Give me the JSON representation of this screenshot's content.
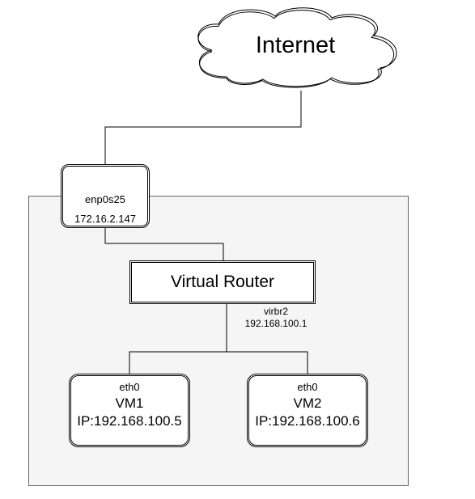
{
  "internet": {
    "label": "Internet"
  },
  "host_nic": {
    "name": "enp0s25",
    "ip": "172.16.2.147"
  },
  "router": {
    "label": "Virtual Router"
  },
  "bridge": {
    "name": "virbr2",
    "ip": "192.168.100.1"
  },
  "vms": [
    {
      "interface": "eth0",
      "name": "VM1",
      "ip": "IP:192.168.100.5"
    },
    {
      "interface": "eth0",
      "name": "VM2",
      "ip": "IP:192.168.100.6"
    }
  ],
  "colors": {
    "host_background": "#f5f5f5",
    "host_border": "#666666",
    "lines": "#000000",
    "cloud_fill": "#ffffff"
  }
}
